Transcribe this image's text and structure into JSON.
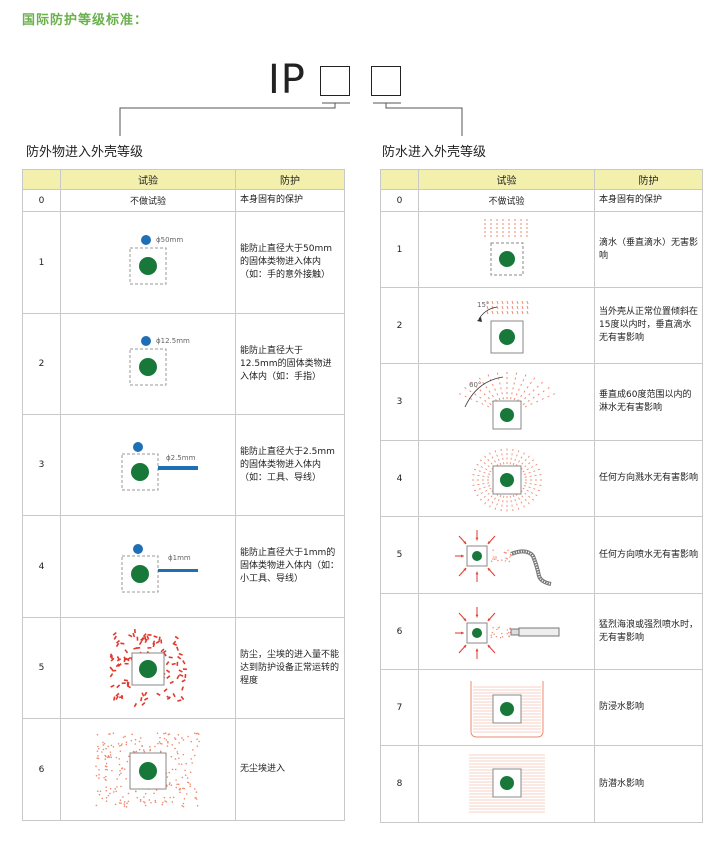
{
  "page_title": "国际防护等级标准：",
  "ip_label": "IP",
  "solid": {
    "title": "防外物进入外壳等级",
    "headers": [
      "",
      "试验",
      "防护"
    ],
    "rows": [
      {
        "grade": "0",
        "test": "不做试验",
        "protection": "本身固有的保护"
      },
      {
        "grade": "1",
        "diameter": "ϕ50mm",
        "protection": "能防止直径大于50mm的固体类物进入体内（如：手的意外接触）"
      },
      {
        "grade": "2",
        "diameter": "ϕ12.5mm",
        "protection": "能防止直径大于12.5mm的固体类物进入体内（如：手指）"
      },
      {
        "grade": "3",
        "diameter": "ϕ2.5mm",
        "protection": "能防止直径大于2.5mm的固体类物进入体内（如：工具、导线）"
      },
      {
        "grade": "4",
        "diameter": "ϕ1mm",
        "protection": "能防止直径大于1mm的固体类物进入体内（如：小工具、导线）"
      },
      {
        "grade": "5",
        "protection": "防尘，尘埃的进入量不能达到防护设备正常运转的程度"
      },
      {
        "grade": "6",
        "protection": "无尘埃进入"
      }
    ]
  },
  "water": {
    "title": "防水进入外壳等级",
    "headers": [
      "",
      "试验",
      "防护"
    ],
    "rows": [
      {
        "grade": "0",
        "test": "不做试验",
        "protection": "本身固有的保护"
      },
      {
        "grade": "1",
        "protection": "滴水（垂直滴水）无害影响"
      },
      {
        "grade": "2",
        "angle": "15°",
        "protection": "当外壳从正常位置倾斜在15度以内时，垂直滴水无有害影响"
      },
      {
        "grade": "3",
        "angle": "60°",
        "protection": "垂直成60度范围以内的淋水无有害影响"
      },
      {
        "grade": "4",
        "protection": "任何方向溅水无有害影响"
      },
      {
        "grade": "5",
        "protection": "任何方向喷水无有害影响"
      },
      {
        "grade": "6",
        "protection": "猛烈海浪或强烈喷水时，无有害影响"
      },
      {
        "grade": "7",
        "protection": "防浸水影响"
      },
      {
        "grade": "8",
        "protection": "防潜水影响"
      }
    ]
  },
  "colors": {
    "title_green": "#6ab04c",
    "header_yellow": "#f3f0ad",
    "object_green": "#17783a",
    "probe_blue": "#1f6fb5",
    "dust_red": "#e2382c",
    "water_red": "#ef8a70"
  }
}
